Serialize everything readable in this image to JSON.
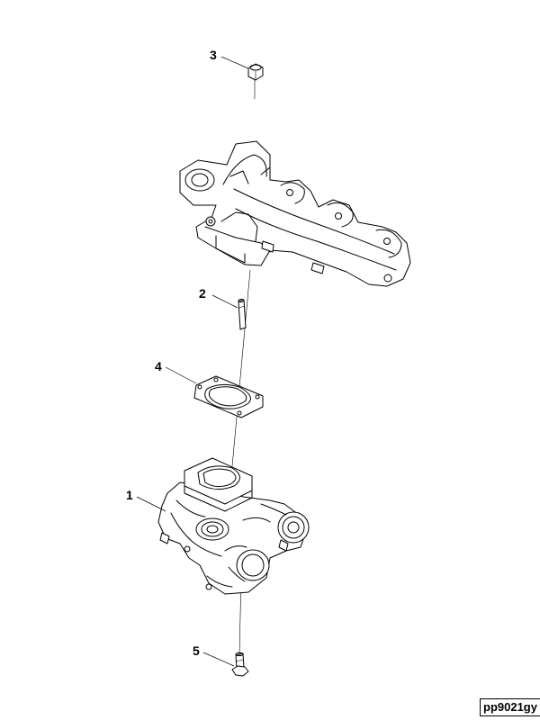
{
  "callouts": {
    "item_1": "1",
    "item_2": "2",
    "item_3": "3",
    "item_4": "4",
    "item_5": "5"
  },
  "reference_code": "pp9021gy"
}
